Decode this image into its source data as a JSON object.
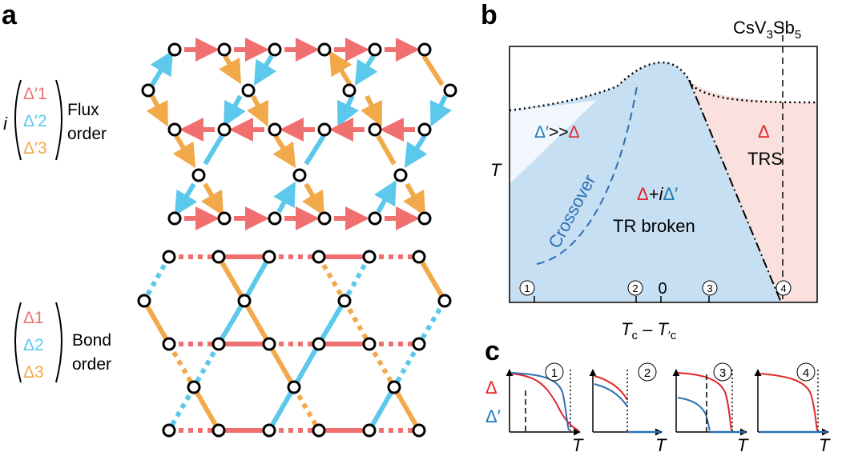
{
  "colors": {
    "red": "#f07070",
    "cyan": "#5bc8ec",
    "orange": "#f2a94a",
    "blue_region": "#c6dff2",
    "pink_region": "#fbe1de",
    "dark_blue": "#2d6fb5",
    "label_red": "#e02828",
    "label_blue": "#1f78b4"
  },
  "panel_a": {
    "label": "a",
    "flux_matrix": {
      "prefix": "i",
      "entries": [
        "Δ′1",
        "Δ′2",
        "Δ′3"
      ]
    },
    "flux_title": [
      "Flux",
      "order"
    ],
    "bond_matrix": {
      "entries": [
        "Δ1",
        "Δ2",
        "Δ3"
      ]
    },
    "bond_title": [
      "Bond",
      "order"
    ]
  },
  "panel_b": {
    "label": "b",
    "material": "CsV3Sb5",
    "y_axis": "T",
    "x_axis": "Tc – T′c",
    "zero_label": "0",
    "markers": [
      "1",
      "2",
      "3",
      "4"
    ],
    "region_left": "Δ′>>Δ",
    "crossover": "Crossover",
    "region_middle_formula": "Δ+iΔ′",
    "region_middle_text": "TR broken",
    "region_right_symbol": "Δ",
    "region_right_text": "TRS"
  },
  "panel_c": {
    "label": "c",
    "legend": [
      "Δ",
      "Δ′"
    ],
    "x_label": "T",
    "panels": [
      "1",
      "2",
      "3",
      "4"
    ]
  }
}
